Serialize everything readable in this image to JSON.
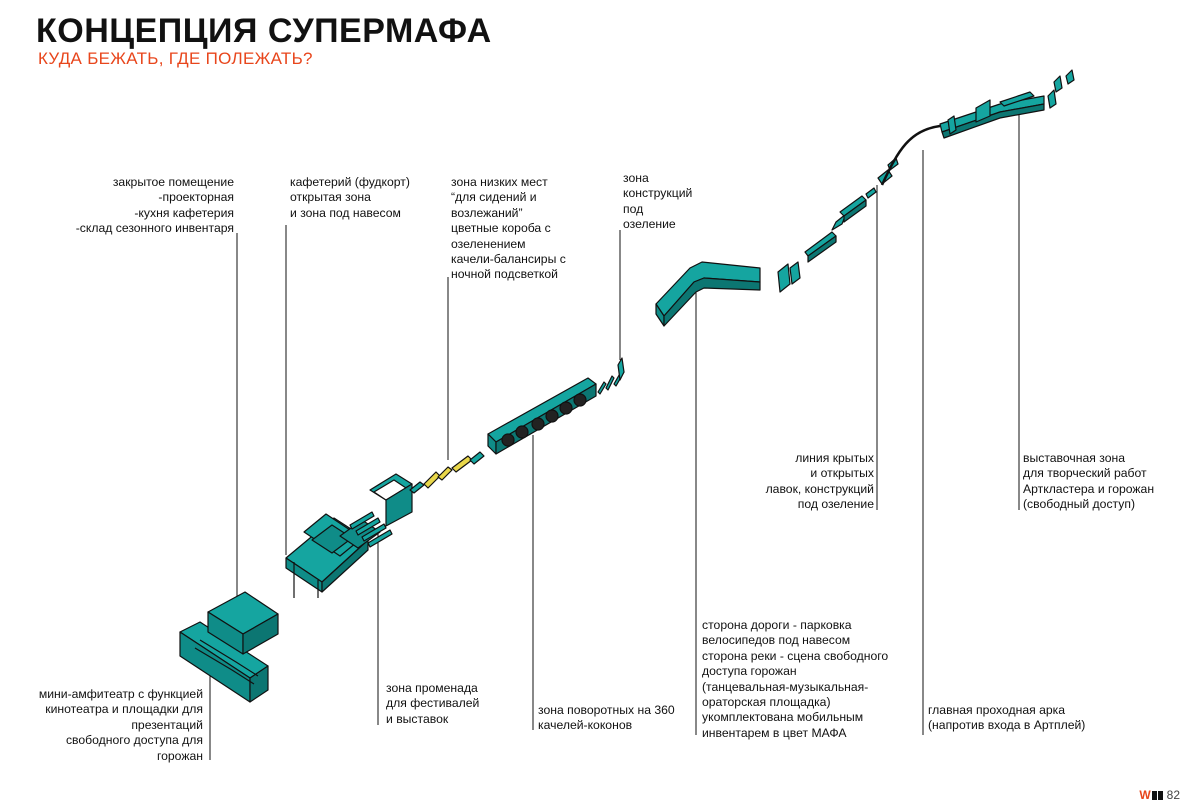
{
  "header": {
    "title": "КОНЦЕПЦИЯ СУПЕРМАФА",
    "subtitle": "КУДА БЕЖАТЬ, ГДЕ ПОЛЕЖАТЬ?"
  },
  "colors": {
    "teal": "#15a5a0",
    "accent": "#e8461c",
    "yellow": "#e9d74a"
  },
  "labels": {
    "closed_room": "закрытое помещение\n-проекторная\n-кухня кафетерия\n-склад сезонного инвентаря",
    "cafeteria": "кафетерий (фудкорт)\nоткрытая зона\nи зона под навесом",
    "low_seats": "зона низких мест\n“для сидений и\nвозлежаний”\nцветные короба с\nозеленением\nкачели-балансиры с\nночной подсветкой",
    "constructions": "зона\nконструкций\nпод\nозеление",
    "amphitheatre": "мини-амфитеатр с функцией\nкинотеатра и площадки для\nпрезентаций\nсвободного доступа для\nгорожан",
    "promenade": "зона променада\nдля фестивалей\nи выставок",
    "swings": "зона поворотных  на 360\nкачелей-коконов",
    "road_side": "сторона дороги - парковка\nвелосипедов под навесом\nсторона реки - сцена свободного\nдоступа горожан\n(танцевальная-музыкальная-\nораторская площадка)\nукомплектована мобильным\nинвентарем в цвет МАФА",
    "benches": "линия крытых\nи открытых\nлавок, конструкций\nпод озеление",
    "main_arch": "главная проходная арка\n(напротив входа в Артплей)",
    "exhibition": "выставочная зона\nдля творческий работ\nАрткластера и горожан\n(свободный доступ)"
  },
  "footer": {
    "page": "82"
  }
}
